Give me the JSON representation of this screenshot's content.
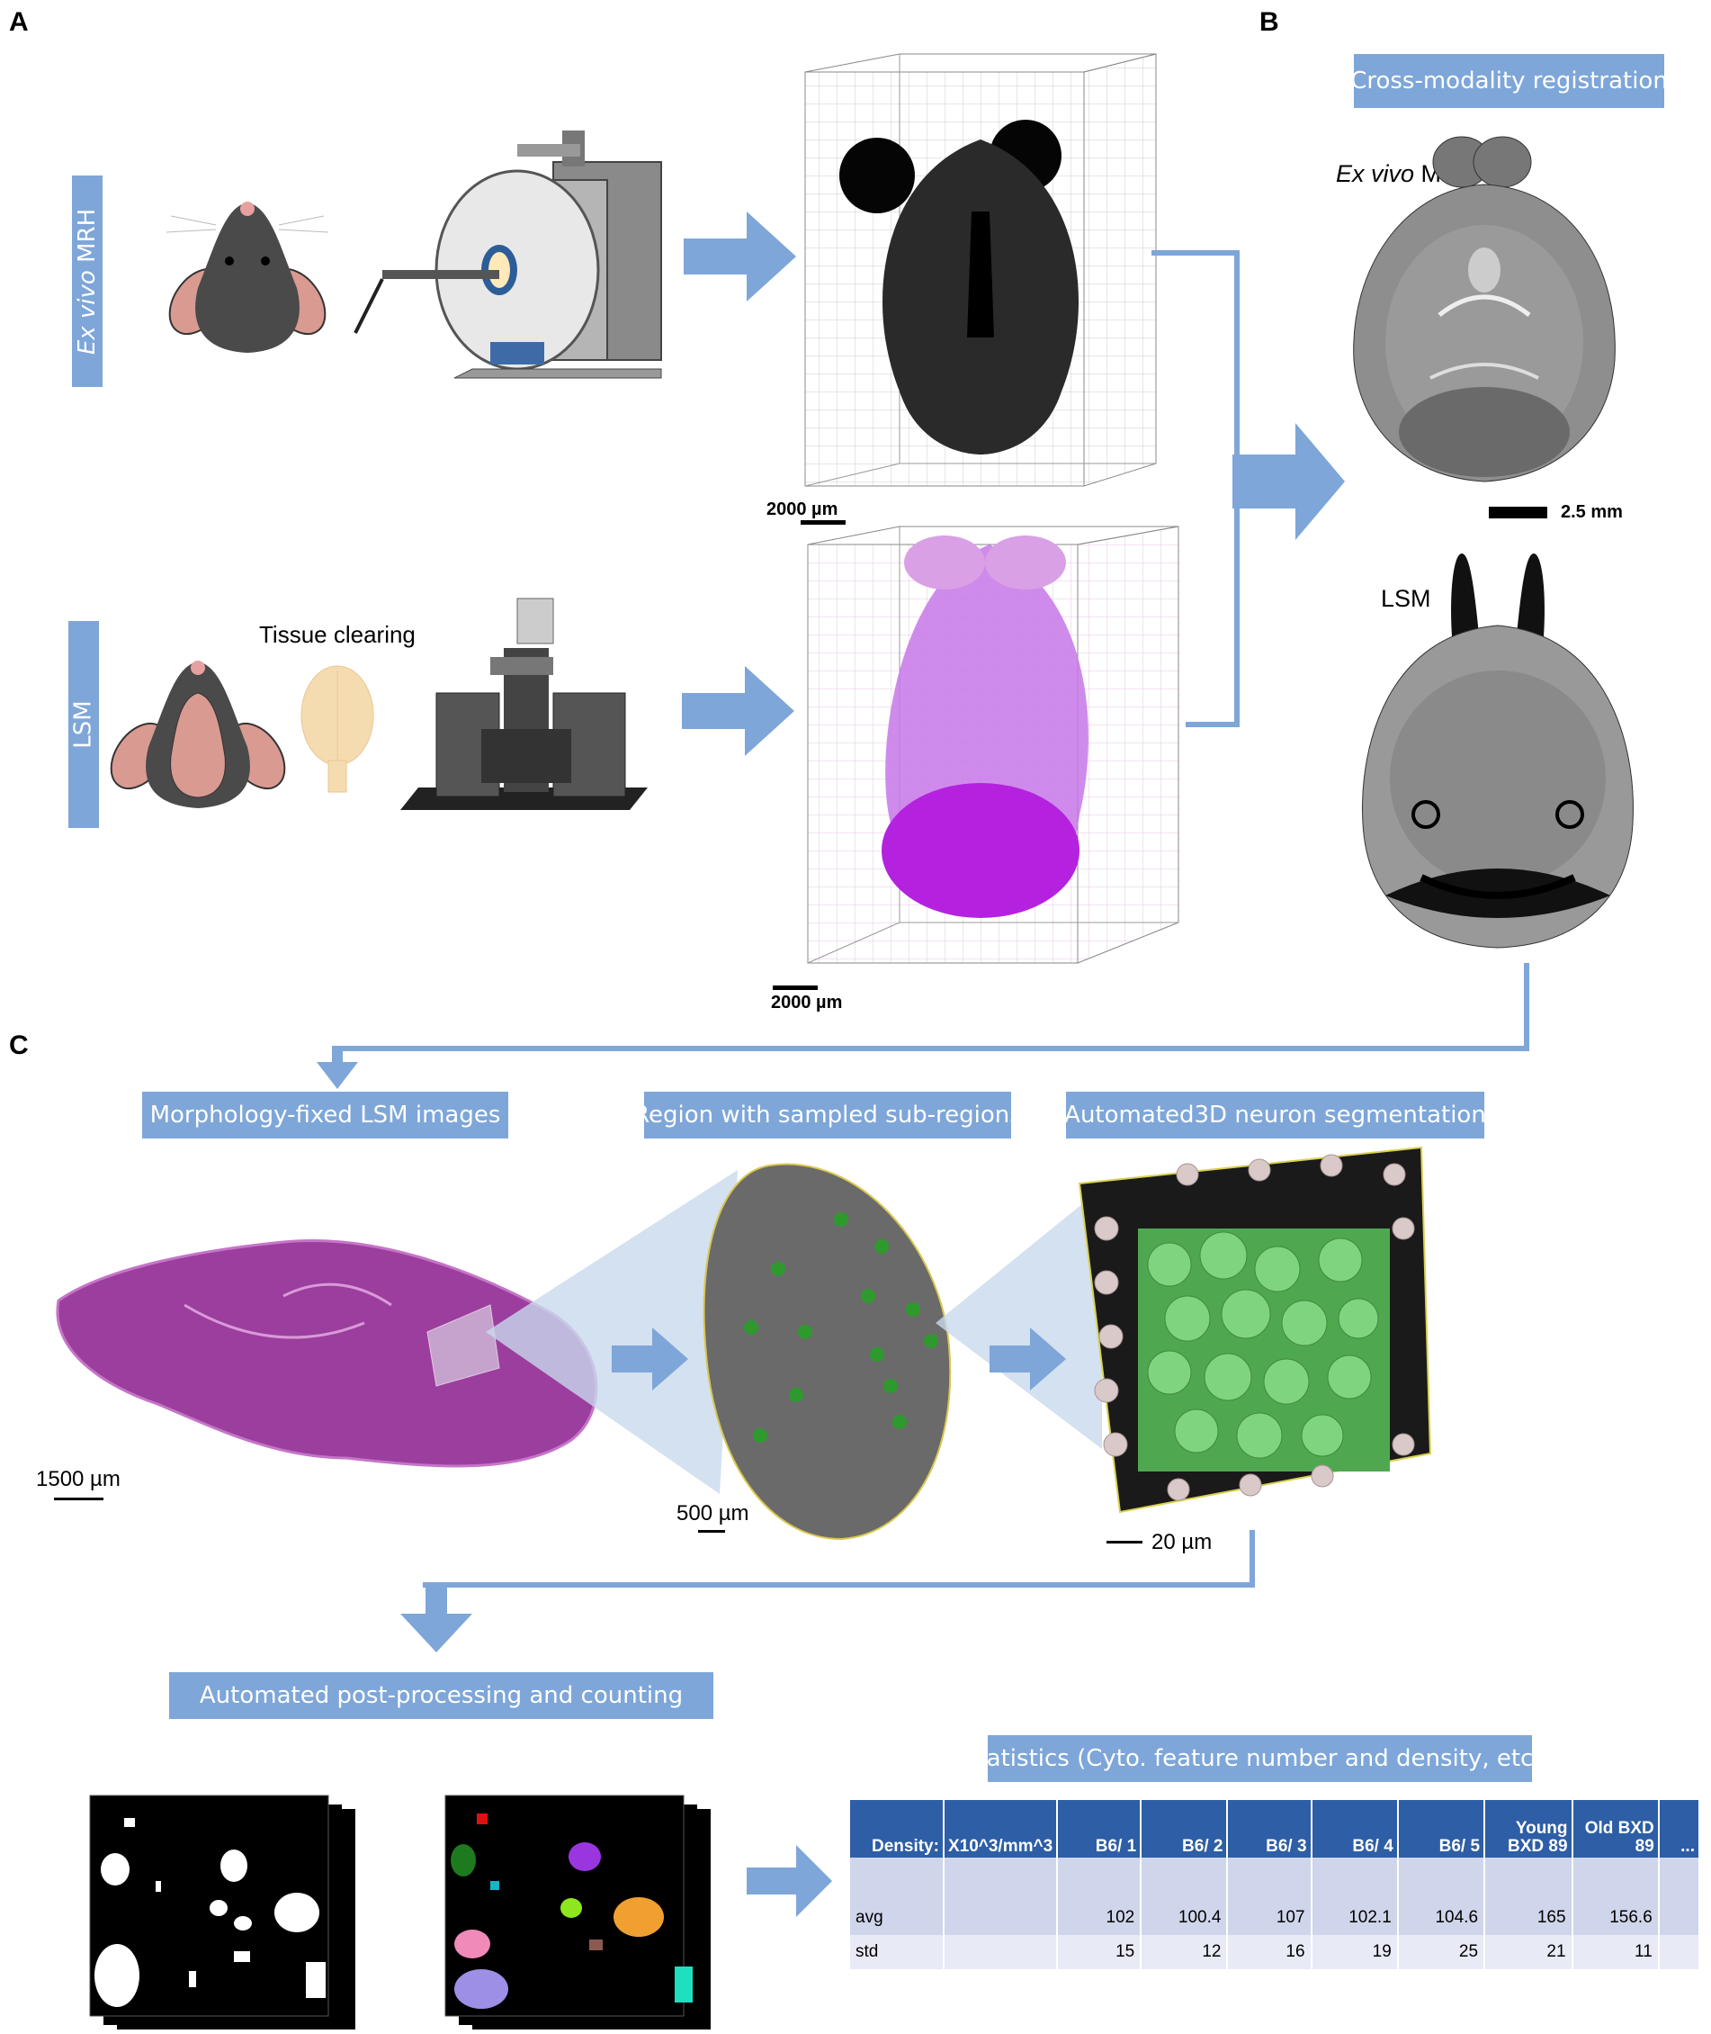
{
  "panels": {
    "a": "A",
    "b": "B",
    "c": "C"
  },
  "panel_a": {
    "row1_label_italic": "Ex vivo",
    "row1_label_rest": " MRH",
    "row2_label": "LSM",
    "tissue_clearing": "Tissue clearing",
    "scale_top": "2000 µm",
    "scale_bottom": "2000 µm"
  },
  "panel_b": {
    "title": "Cross-modality registration",
    "mrh_italic": "Ex vivo",
    "mrh_rest": " MRH",
    "scale": "2.5 mm",
    "lsm": "LSM"
  },
  "panel_c": {
    "box1": "Morphology-fixed LSM images",
    "box2": "Region with sampled sub-regions",
    "box3": "Automated3D neuron segmentation",
    "box4": "Automated post-processing and counting",
    "box5": "Statistics (Cyto. feature number and density, etc. )",
    "scale1": "1500 µm",
    "scale2": "500 µm",
    "scale3": "20 µm"
  },
  "table": {
    "headers": [
      "Density:",
      "X10^3/mm^3",
      "B6/ 1",
      "B6/ 2",
      "B6/ 3",
      "B6/ 4",
      "B6/ 5",
      "Young BXD 89",
      "Old BXD 89",
      "..."
    ],
    "rows": [
      [
        "",
        "",
        "",
        "",
        "",
        "",
        "",
        "",
        "",
        ""
      ],
      [
        "avg",
        "",
        "102",
        "100.4",
        "107",
        "102.1",
        "104.6",
        "165",
        "156.6",
        ""
      ],
      [
        "std",
        "",
        "15",
        "12",
        "16",
        "19",
        "25",
        "21",
        "11",
        ""
      ]
    ]
  },
  "colors": {
    "accent_box": "#7ea6d8",
    "arrow": "#7ea6d8",
    "table_header": "#2d5ea6",
    "lsm_magenta": "#c040e0"
  }
}
